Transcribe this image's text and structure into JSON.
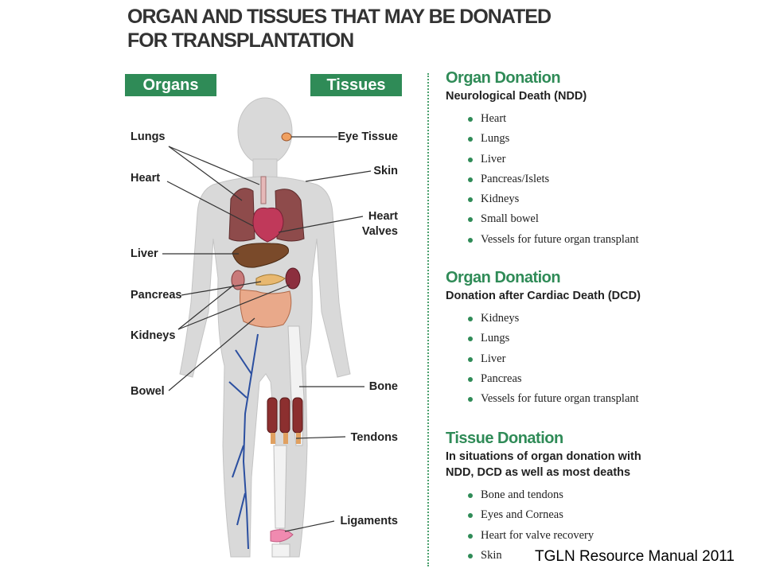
{
  "title": {
    "line1": "ORGAN AND TISSUES THAT MAY BE DONATED",
    "line2": "FOR TRANSPLANTATION"
  },
  "headers": {
    "organs": "Organs",
    "tissues": "Tissues"
  },
  "organ_labels": {
    "lungs": "Lungs",
    "heart": "Heart",
    "liver": "Liver",
    "pancreas": "Pancreas",
    "kidneys": "Kidneys",
    "bowel": "Bowel"
  },
  "tissue_labels": {
    "eye_tissue": "Eye Tissue",
    "skin": "Skin",
    "heart_valves_1": "Heart",
    "heart_valves_2": "Valves",
    "bone": "Bone",
    "tendons": "Tendons",
    "ligaments": "Ligaments"
  },
  "sections": [
    {
      "title": "Organ Donation",
      "subtitle": "Neurological Death (NDD)",
      "items": [
        "Heart",
        "Lungs",
        "Liver",
        "Pancreas/Islets",
        "Kidneys",
        "Small bowel",
        "Vessels for future organ transplant"
      ]
    },
    {
      "title": "Organ Donation",
      "subtitle": "Donation after Cardiac Death (DCD)",
      "items": [
        "Kidneys",
        "Lungs",
        "Liver",
        "Pancreas",
        "Vessels for future organ transplant"
      ]
    },
    {
      "title": "Tissue Donation",
      "subtitle_line1": "In situations of organ donation with",
      "subtitle_line2": "NDD, DCD as well as most deaths",
      "items": [
        "Bone and tendons",
        "Eyes and Corneas",
        "Heart for valve recovery",
        "Skin"
      ]
    }
  ],
  "source_note": "TGLN Resource Manual 2011",
  "colors": {
    "accent_green": "#2f8b57",
    "body_gray": "#d9d9d9",
    "lung": "#8e4b4b",
    "heart": "#c0395a",
    "liver": "#7a4a2a",
    "bowel": "#e9a98a",
    "vein": "#2b4fa0",
    "muscle": "#8c2f2f"
  }
}
